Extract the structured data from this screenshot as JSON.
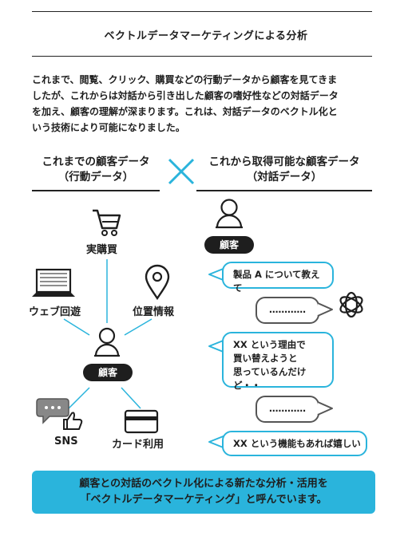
{
  "title": "ベクトルデータマーケティングによる分析",
  "intro": [
    "これまで、閲覧、クリック、購買などの行動データから顧客を見てきま",
    "したが、これからは対話から引き出した顧客の嗜好性などの対話データ",
    "を加え、顧客の理解が深まります。これは、対話データのベクトル化と",
    "いう技術により可能になりました。"
  ],
  "left_header": [
    "これまでの顧客データ",
    "（行動データ）"
  ],
  "right_header": [
    "これから取得可能な顧客データ",
    "（対話データ）"
  ],
  "left": {
    "purchase": "実購買",
    "web": "ウェブ回遊",
    "location": "位置情報",
    "customer": "顧客",
    "sns": "SNS",
    "card": "カード利用"
  },
  "right": {
    "customer": "顧客",
    "msg1": "製品 A について教えて",
    "reply1": "…………",
    "msg2": [
      "XX という理由で",
      "買い替えようと",
      "思っているんだけど・・"
    ],
    "reply2": "…………",
    "msg3": "XX という機能もあれば嬉しい"
  },
  "banner": [
    "顧客との対話のベクトル化による新たな分析・活用を",
    "「ベクトルデータマーケティング」と呼んでいます。"
  ],
  "colors": {
    "accent": "#2ab4dc",
    "dark": "#1e1e1e"
  }
}
